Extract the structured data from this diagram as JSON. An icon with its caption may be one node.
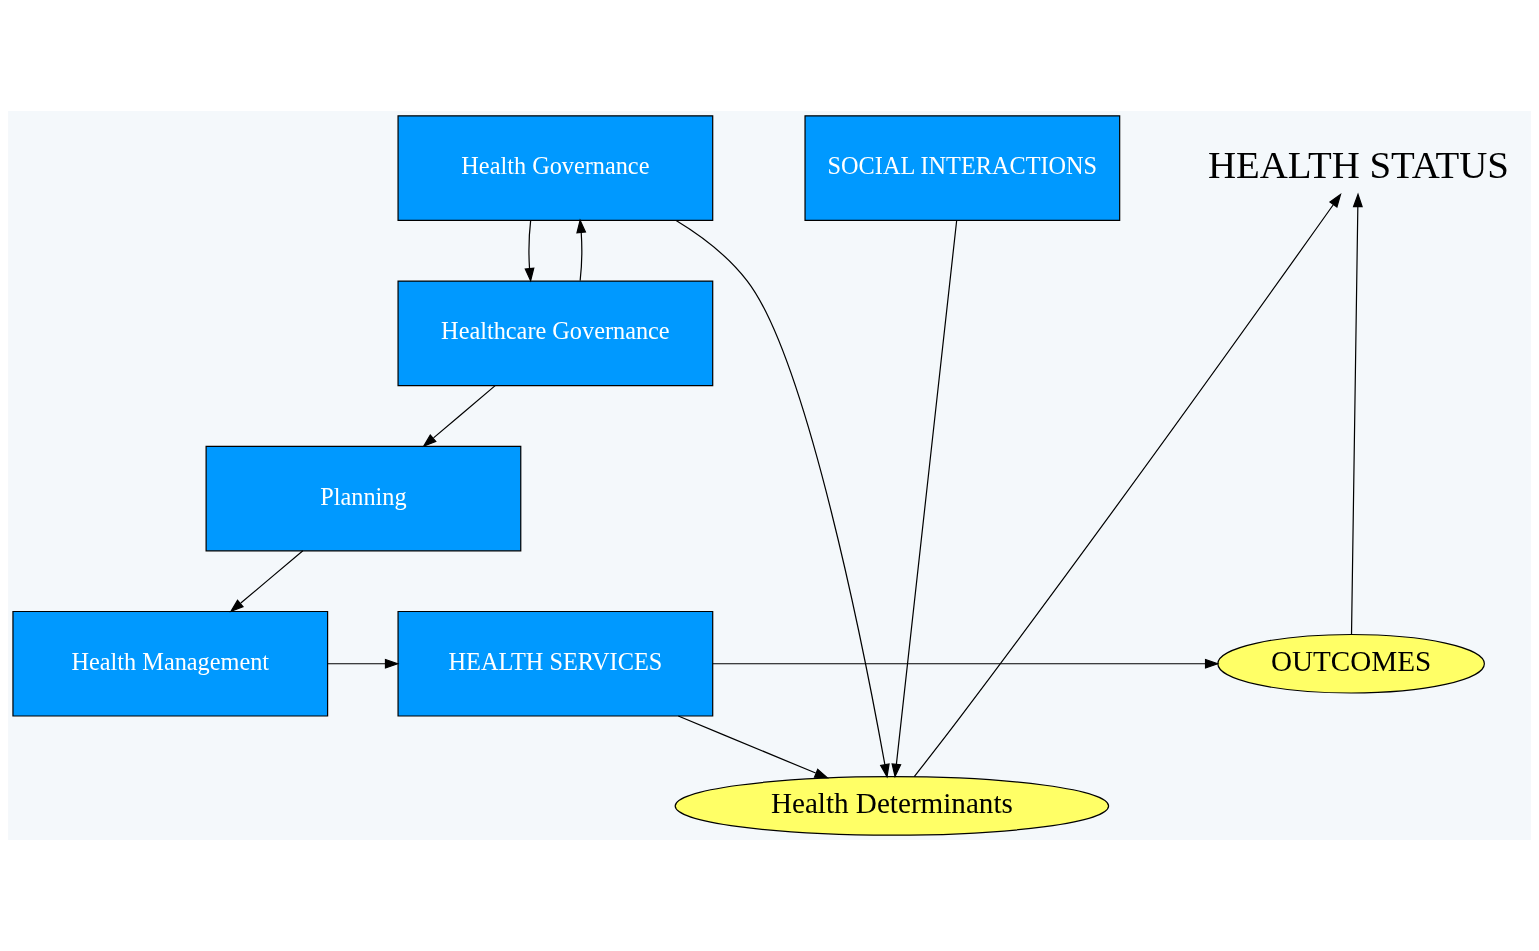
{
  "diagram": {
    "nodes": [
      {
        "text": [
          "Health Governance"
        ]
      },
      {
        "text": [
          "SOCIAL INTERACTIONS"
        ]
      },
      {
        "text": [
          "HEALTH STATUS"
        ]
      },
      {
        "text": [
          "Healthcare Governance"
        ]
      },
      {
        "text": [
          "Health Determinants"
        ]
      },
      {
        "text": [
          "Planning"
        ]
      },
      {
        "text": [
          "Health Management"
        ]
      },
      {
        "text": [
          "HEALTH SERVICES"
        ]
      },
      {
        "text": [
          "OUTCOMES"
        ]
      }
    ],
    "edges": [
      {
        "from": 3,
        "to": 0,
        "arrow": "to"
      },
      {
        "from": 0,
        "to": 3,
        "arrow": "to"
      },
      {
        "from": 0,
        "to": 4,
        "arrow": "to"
      },
      {
        "from": 1,
        "to": 4,
        "arrow": "to"
      },
      {
        "from": 4,
        "to": 2,
        "arrow": "to"
      },
      {
        "from": 8,
        "to": 2,
        "arrow": "to"
      },
      {
        "from": 3,
        "to": 5,
        "arrow": "to"
      },
      {
        "from": 5,
        "to": 6,
        "arrow": "to"
      },
      {
        "from": 6,
        "to": 7,
        "arrow": "to"
      },
      {
        "from": 7,
        "to": 4,
        "arrow": "to"
      },
      {
        "from": 7,
        "to": 8,
        "arrow": "to"
      }
    ]
  }
}
